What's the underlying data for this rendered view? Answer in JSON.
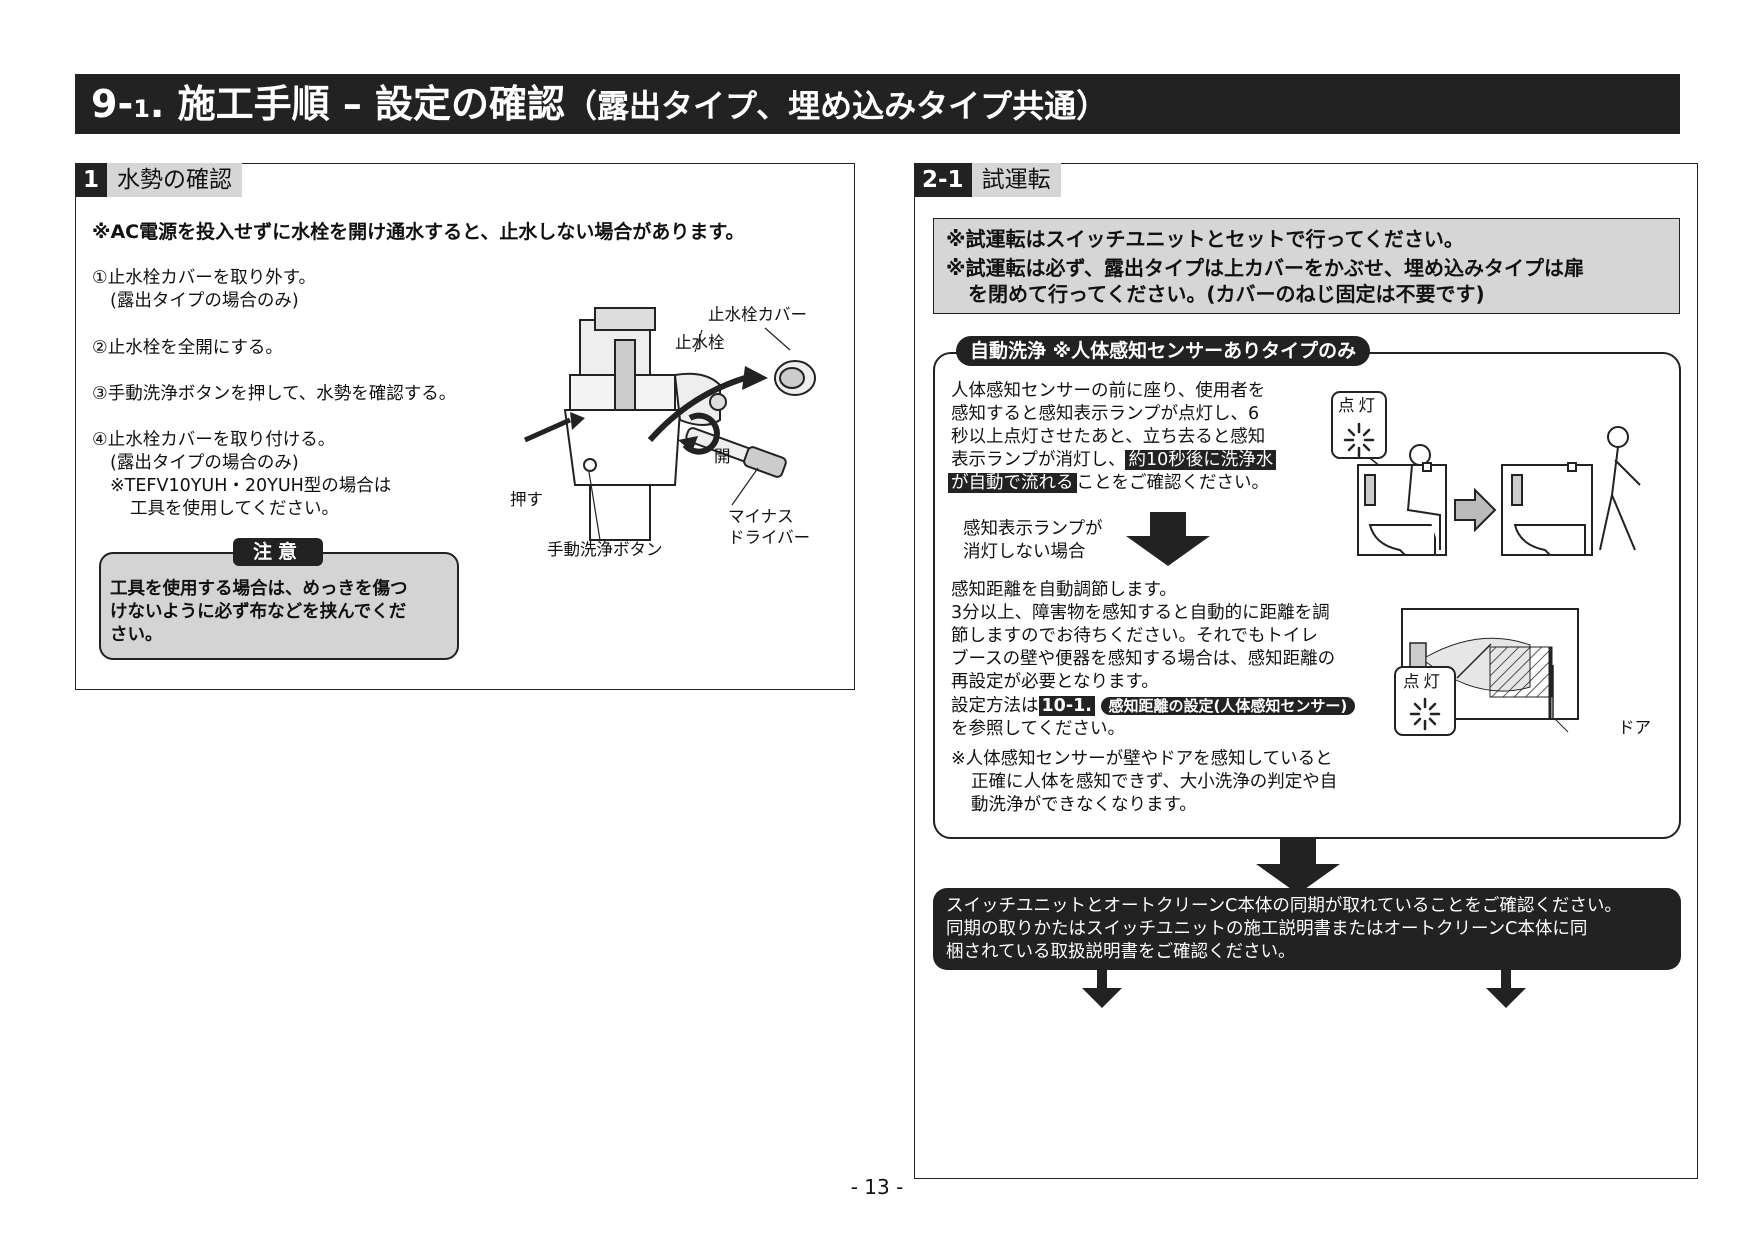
{
  "title": {
    "main_a": "9-",
    "main_b": "1",
    "main_c": ". 施工手順 – 設定の確認",
    "paren": "（露出タイプ、埋め込みタイプ共通）"
  },
  "sec1": {
    "num": "1",
    "label": "水勢の確認",
    "warning": "※AC電源を投入せずに水栓を開け通水すると、止水しない場合があります。",
    "steps": [
      "①止水栓カバーを取り外す。",
      "(露出タイプの場合のみ)",
      "②止水栓を全開にする。",
      "③手動洗浄ボタンを押して、水勢を確認する。",
      "④止水栓カバーを取り付ける。",
      "(露出タイプの場合のみ)",
      "※TEFV10YUH・20YUH型の場合は",
      "工具を使用してください。"
    ],
    "caution_tag": "注意",
    "caution_lines": [
      "工具を使用する場合は、めっきを傷つ",
      "けないように必ず布などを挟んでくだ",
      "さい。"
    ],
    "labels": {
      "cover": "止水栓カバー",
      "valve": "止水栓",
      "open": "開",
      "push": "押す",
      "driver1": "マイナス",
      "driver2": "ドライバー",
      "button": "手動洗浄ボタン"
    }
  },
  "sec2": {
    "num": "2-1",
    "label": "試運転",
    "notice": [
      "※試運転はスイッチユニットとセットで行ってください。",
      "※試運転は必ず、露出タイプは上カバーをかぶせ、埋め込みタイプは扉",
      "を閉めて行ってください。(カバーのねじ固定は不要です)"
    ],
    "auto_pill": "自動洗浄 ※人体感知センサーありタイプのみ",
    "auto_lines": [
      "人体感知センサーの前に座り、使用者を",
      "感知すると感知表示ランプが点灯し、6",
      "秒以上点灯させたあと、立ち去ると感知"
    ],
    "auto_l4_a": "表示ランプが消灯し、",
    "auto_l4_hl": "約10秒後に洗浄水",
    "auto_l5_hl": "が自動で流れる",
    "auto_l5_b": "ことをご確認ください。",
    "lamp_label": "点灯",
    "not_off": [
      "感知表示ランプが",
      "消灯しない場合"
    ],
    "adjust_lines": [
      "感知距離を自動調節します。",
      "3分以上、障害物を感知すると自動的に距離を調",
      "節しますのでお待ちください。それでもトイレ",
      "ブースの壁や便器を感知する場合は、感知距離の",
      "再設定が必要となります。"
    ],
    "setting_prefix": "設定方法は",
    "ref_num": "10-1.",
    "ref_text": "感知距離の設定(人体感知センサー)",
    "setting_suffix": "を参照してください。",
    "note_lines": [
      "※人体感知センサーが壁やドアを感知していると",
      "正確に人体を感知できず、大小洗浄の判定や自",
      "動洗浄ができなくなります。"
    ],
    "door_label": "ドア",
    "sync_lines": [
      "スイッチユニットとオートクリーンC本体の同期が取れていることをご確認ください。",
      "同期の取りかたはスイッチユニットの施工説明書またはオートクリーンC本体に同",
      "梱されている取扱説明書をご確認ください。"
    ]
  },
  "page_number": "- 13 -"
}
